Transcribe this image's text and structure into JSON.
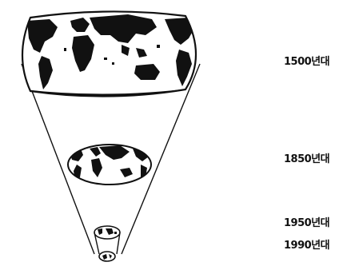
{
  "labels": [
    "1500년대",
    "1850년대",
    "1950년대",
    "1990년대"
  ],
  "colors": {
    "ink": "#111111",
    "paper": "#ffffff"
  },
  "icons": [
    "world-map-1500s",
    "world-map-1850s",
    "world-map-1950s",
    "world-map-1990s"
  ]
}
